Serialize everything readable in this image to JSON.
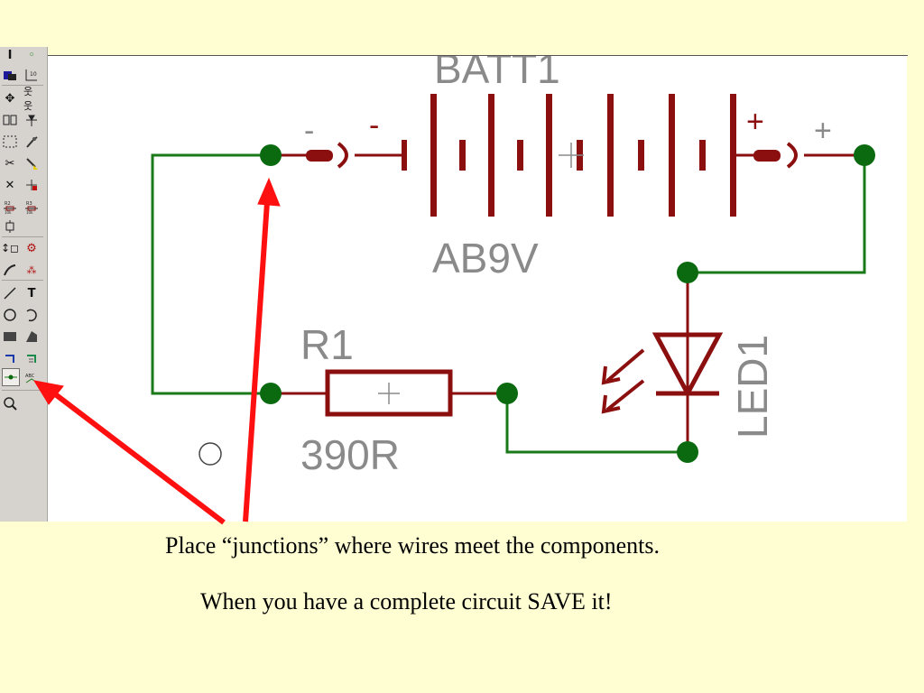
{
  "toolbar": {
    "icons": [
      "pointer-icon",
      "junction-icon",
      "component-mode-icon",
      "wire-label-icon",
      "move-icon",
      "terminal-icon",
      "copy-block-icon",
      "pin-icon",
      "select-area-icon",
      "probe-icon",
      "cut-icon",
      "voltage-probe-icon",
      "delete-icon",
      "current-probe-icon",
      "resistor-r2-icon",
      "resistor-r3-icon",
      "device-pin-icon",
      "rotate-icon",
      "symbol-icon",
      "graph-icon",
      "tape-icon",
      "line-icon",
      "text-icon",
      "circle-icon",
      "arc-icon",
      "box-icon",
      "polygon-icon",
      "marker-icon",
      "hold-icon",
      "junction-dot-mode-icon",
      "abc-label-icon",
      "zoom-icon"
    ],
    "active_tool": "junction-dot-mode-icon"
  },
  "schematic": {
    "battery": {
      "reference": "BATT1",
      "value": "AB9V",
      "minus_terminal": "-",
      "plus_terminal": "+"
    },
    "resistor": {
      "reference": "R1",
      "value": "390R"
    },
    "led": {
      "reference": "LED1"
    },
    "colors": {
      "component": "#8b0f0f",
      "wire": "#1a7a1a",
      "junction": "#0b6a10",
      "label": "#8a8a8a"
    }
  },
  "captions": {
    "line1": "Place “junctions”  where wires meet the components.",
    "line2": "When you have a complete circuit SAVE it!"
  },
  "annotation_color": "#ff1010"
}
